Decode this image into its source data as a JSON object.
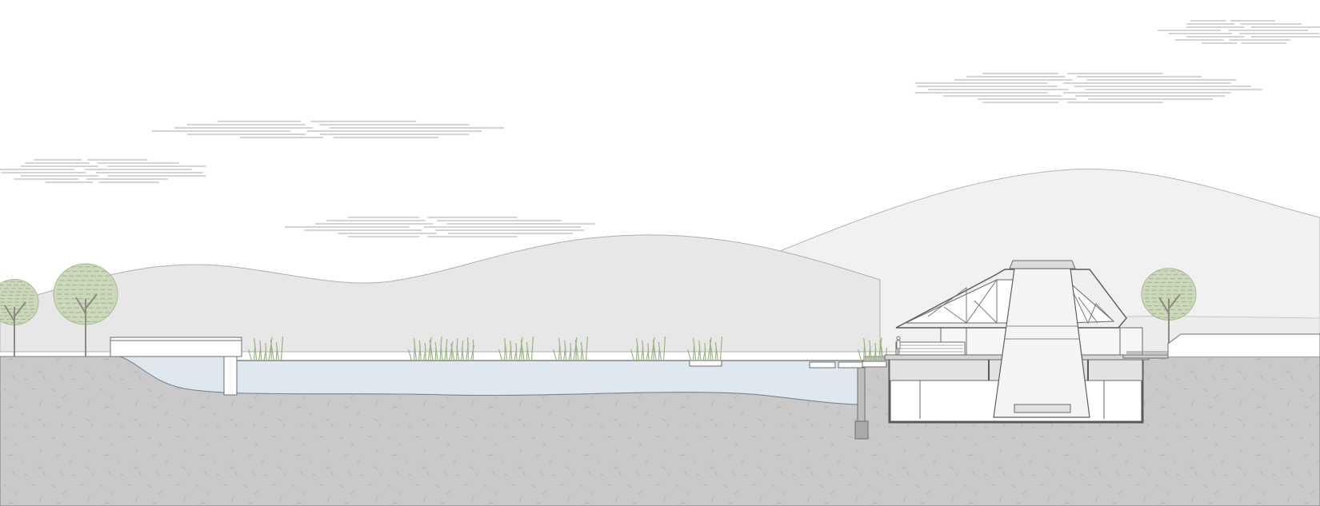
{
  "drawing": {
    "type": "architectural-section",
    "caption": "",
    "colors": {
      "sky": "#ffffff",
      "ground": "#c8c8c8",
      "hill_far": "#f0f0f0",
      "hill_near": "#e6e6e6",
      "water": "#dde6ee",
      "vegetation": "#b9c9a4",
      "line": "#6e6e6e",
      "cloud_line": "#a9a9a9"
    },
    "elements": [
      "sky",
      "cloud-band",
      "hill-range",
      "ground-section",
      "pond",
      "reed-clump",
      "tree",
      "bridge-deck",
      "floating-pier",
      "pavilion-building",
      "conical-skylight-tower",
      "human-figure"
    ],
    "text_labels": []
  }
}
